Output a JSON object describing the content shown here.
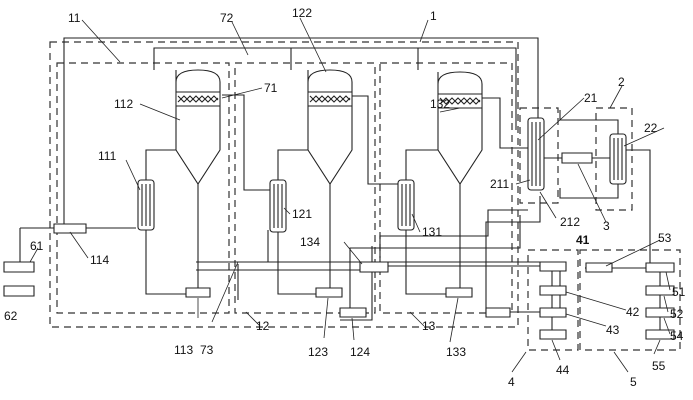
{
  "labels": {
    "l1": "1",
    "l2": "2",
    "l3": "3",
    "l4": "4",
    "l5": "5",
    "l11": "11",
    "l12": "12",
    "l13": "13",
    "l21": "21",
    "l22": "22",
    "l41": "41",
    "l42": "42",
    "l43": "43",
    "l44": "44",
    "l51": "51",
    "l52": "52",
    "l53": "53",
    "l54": "54",
    "l55": "55",
    "l61": "61",
    "l62": "62",
    "l71": "71",
    "l72": "72",
    "l73": "73",
    "l111": "111",
    "l112": "112",
    "l113": "113",
    "l114": "114",
    "l121": "121",
    "l122": "122",
    "l123": "123",
    "l124": "124",
    "l131": "131",
    "l132": "132",
    "l133": "133",
    "l134": "134",
    "l211": "211",
    "l212": "212"
  }
}
